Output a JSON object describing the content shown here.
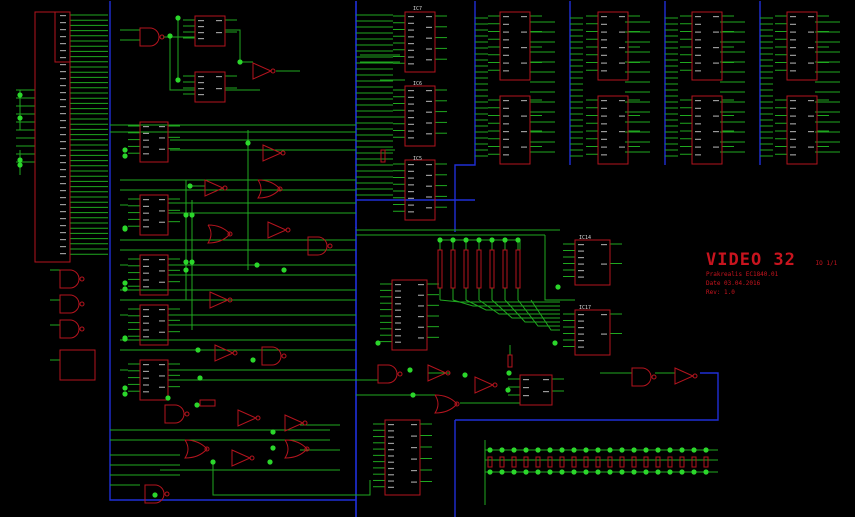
{
  "title_block": {
    "title": "VIDEO 32",
    "sheet": "IO 1/1",
    "line1": "Prakrealis EC1840.01",
    "line2": "Date 03.04.2016",
    "line3": "Rev: 1.0"
  },
  "ic_labels": {
    "ic_top": "IC7",
    "ic_mid": "IC6",
    "ic_low": "IC5",
    "ic_r1": "IC14",
    "ic_r2": "IC17"
  },
  "colors": {
    "background": "#000000",
    "wire": "#1fa81f",
    "junction": "#2bd62b",
    "component": "#b4141e",
    "bus_frame": "#1f2fd6",
    "pin_text": "#d8d8d8"
  }
}
